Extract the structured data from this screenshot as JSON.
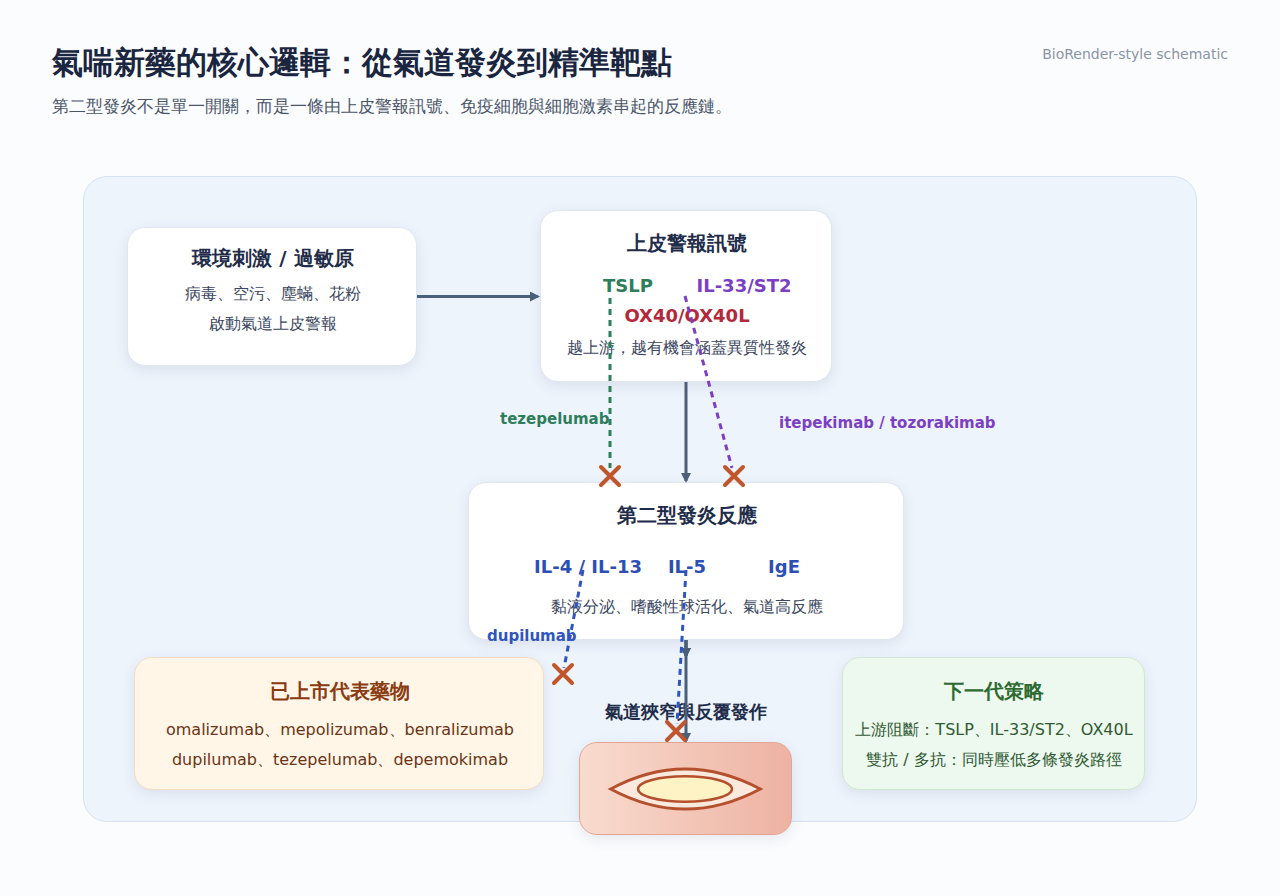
{
  "diagram": {
    "title": "氣喘新藥的核心邏輯：從氣道發炎到精準靶點",
    "caption": "第二型發炎不是單一開關，而是一條由上皮警報訊號、免疫細胞與細胞激素串起的反應鏈。",
    "nodes": [
      {
        "text": [
          "環境刺激 / 過敏原",
          "病毒、空污、塵蟎、花粉",
          "啟動氣道上皮警報"
        ]
      },
      {
        "text": [
          "上皮警報訊號",
          "TSLP",
          "IL-33/ST2",
          "OX40/OX40L",
          "越上游，越有機會涵蓋異質性發炎"
        ]
      },
      {
        "text": [
          "第二型發炎反應",
          "IL-4 / IL-13",
          "IL-5",
          "IgE",
          "黏液分泌、嗜酸性球活化、氣道高反應"
        ]
      },
      {
        "text": [
          "已上市代表藥物",
          "omalizumab、mepolizumab、benralizumab",
          "dupilumab、tezepelumab、depemokimab"
        ]
      },
      {
        "text": [
          "氣道狹窄與反覆發作"
        ]
      },
      {
        "text": [
          "下一代策略",
          "上游阻斷：TSLP、IL-33/ST2、OX40L",
          "雙抗 / 多抗：同時壓低多條發炎路徑"
        ]
      }
    ],
    "edges": [
      {
        "from": 0,
        "to": 1,
        "arrow": "to"
      },
      {
        "from": 1,
        "to": 2,
        "arrow": "to"
      },
      {
        "from": 2,
        "to": 3,
        "arrow": "to"
      },
      {
        "from": 2,
        "to": 5,
        "arrow": "to"
      },
      {
        "from": 2,
        "to": 4,
        "arrow": "to"
      }
    ],
    "labels": [
      "BioRender-style schematic",
      "tezepelumab",
      "itepekimab / tozorakimab",
      "dupilumab"
    ]
  }
}
